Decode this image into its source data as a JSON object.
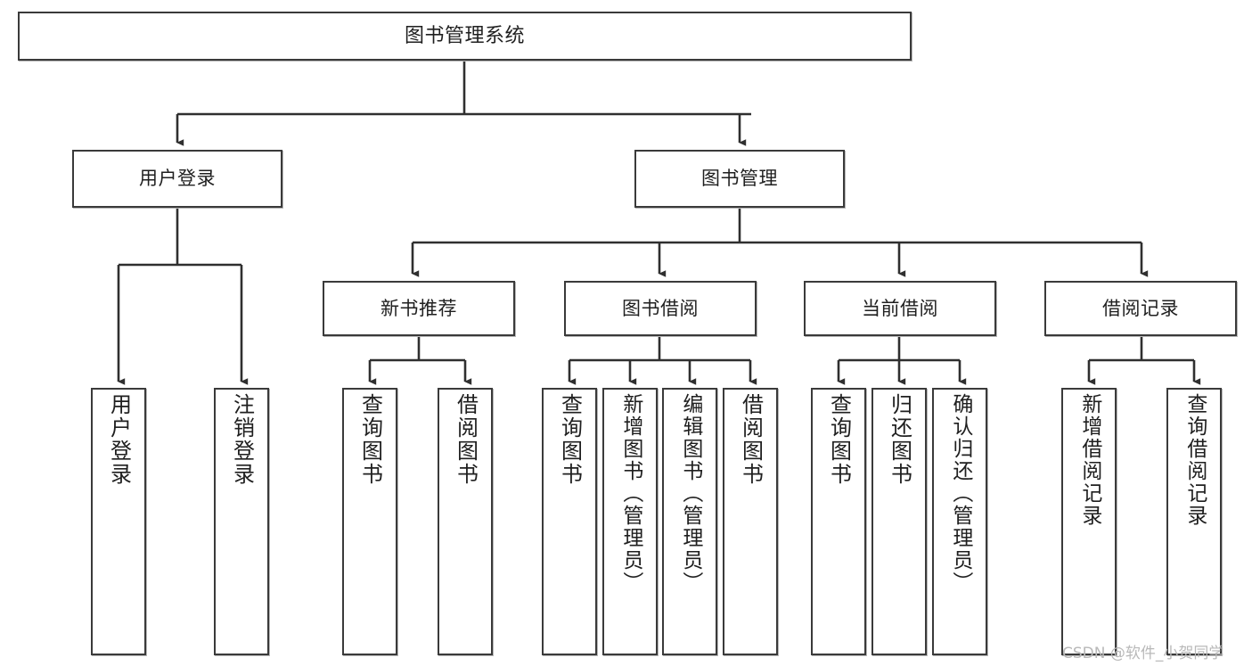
{
  "diagram": {
    "title": "图书管理系统",
    "type": "tree-hierarchy-diagram",
    "colors": {
      "box_border": "#3a3a3a",
      "box_fill": "#ffffff",
      "connector": "#2f2f2f",
      "text": "#1f1f1f",
      "watermark": "#b9b9b9",
      "background": "#ffffff"
    },
    "root": {
      "label": "图书管理系统"
    },
    "level2": [
      {
        "label": "用户登录"
      },
      {
        "label": "图书管理"
      }
    ],
    "level3": [
      {
        "label": "新书推荐"
      },
      {
        "label": "图书借阅"
      },
      {
        "label": "当前借阅"
      },
      {
        "label": "借阅记录"
      }
    ],
    "leaves": {
      "user_login": [
        {
          "label": "用户登录"
        },
        {
          "label": "注销登录"
        }
      ],
      "new_book_recommend": [
        {
          "label": "查询图书"
        },
        {
          "label": "借阅图书"
        }
      ],
      "book_borrow": [
        {
          "label": "查询图书"
        },
        {
          "label": "新增图书（管理员）"
        },
        {
          "label": "编辑图书（管理员）"
        },
        {
          "label": "借阅图书"
        }
      ],
      "current_borrow": [
        {
          "label": "查询图书"
        },
        {
          "label": "归还图书"
        },
        {
          "label": "确认归还（管理员）"
        }
      ],
      "borrow_record": [
        {
          "label": "新增借阅记录"
        },
        {
          "label": "查询借阅记录"
        }
      ]
    },
    "watermark": {
      "text": "CSDN @软件_小贺同学"
    }
  }
}
